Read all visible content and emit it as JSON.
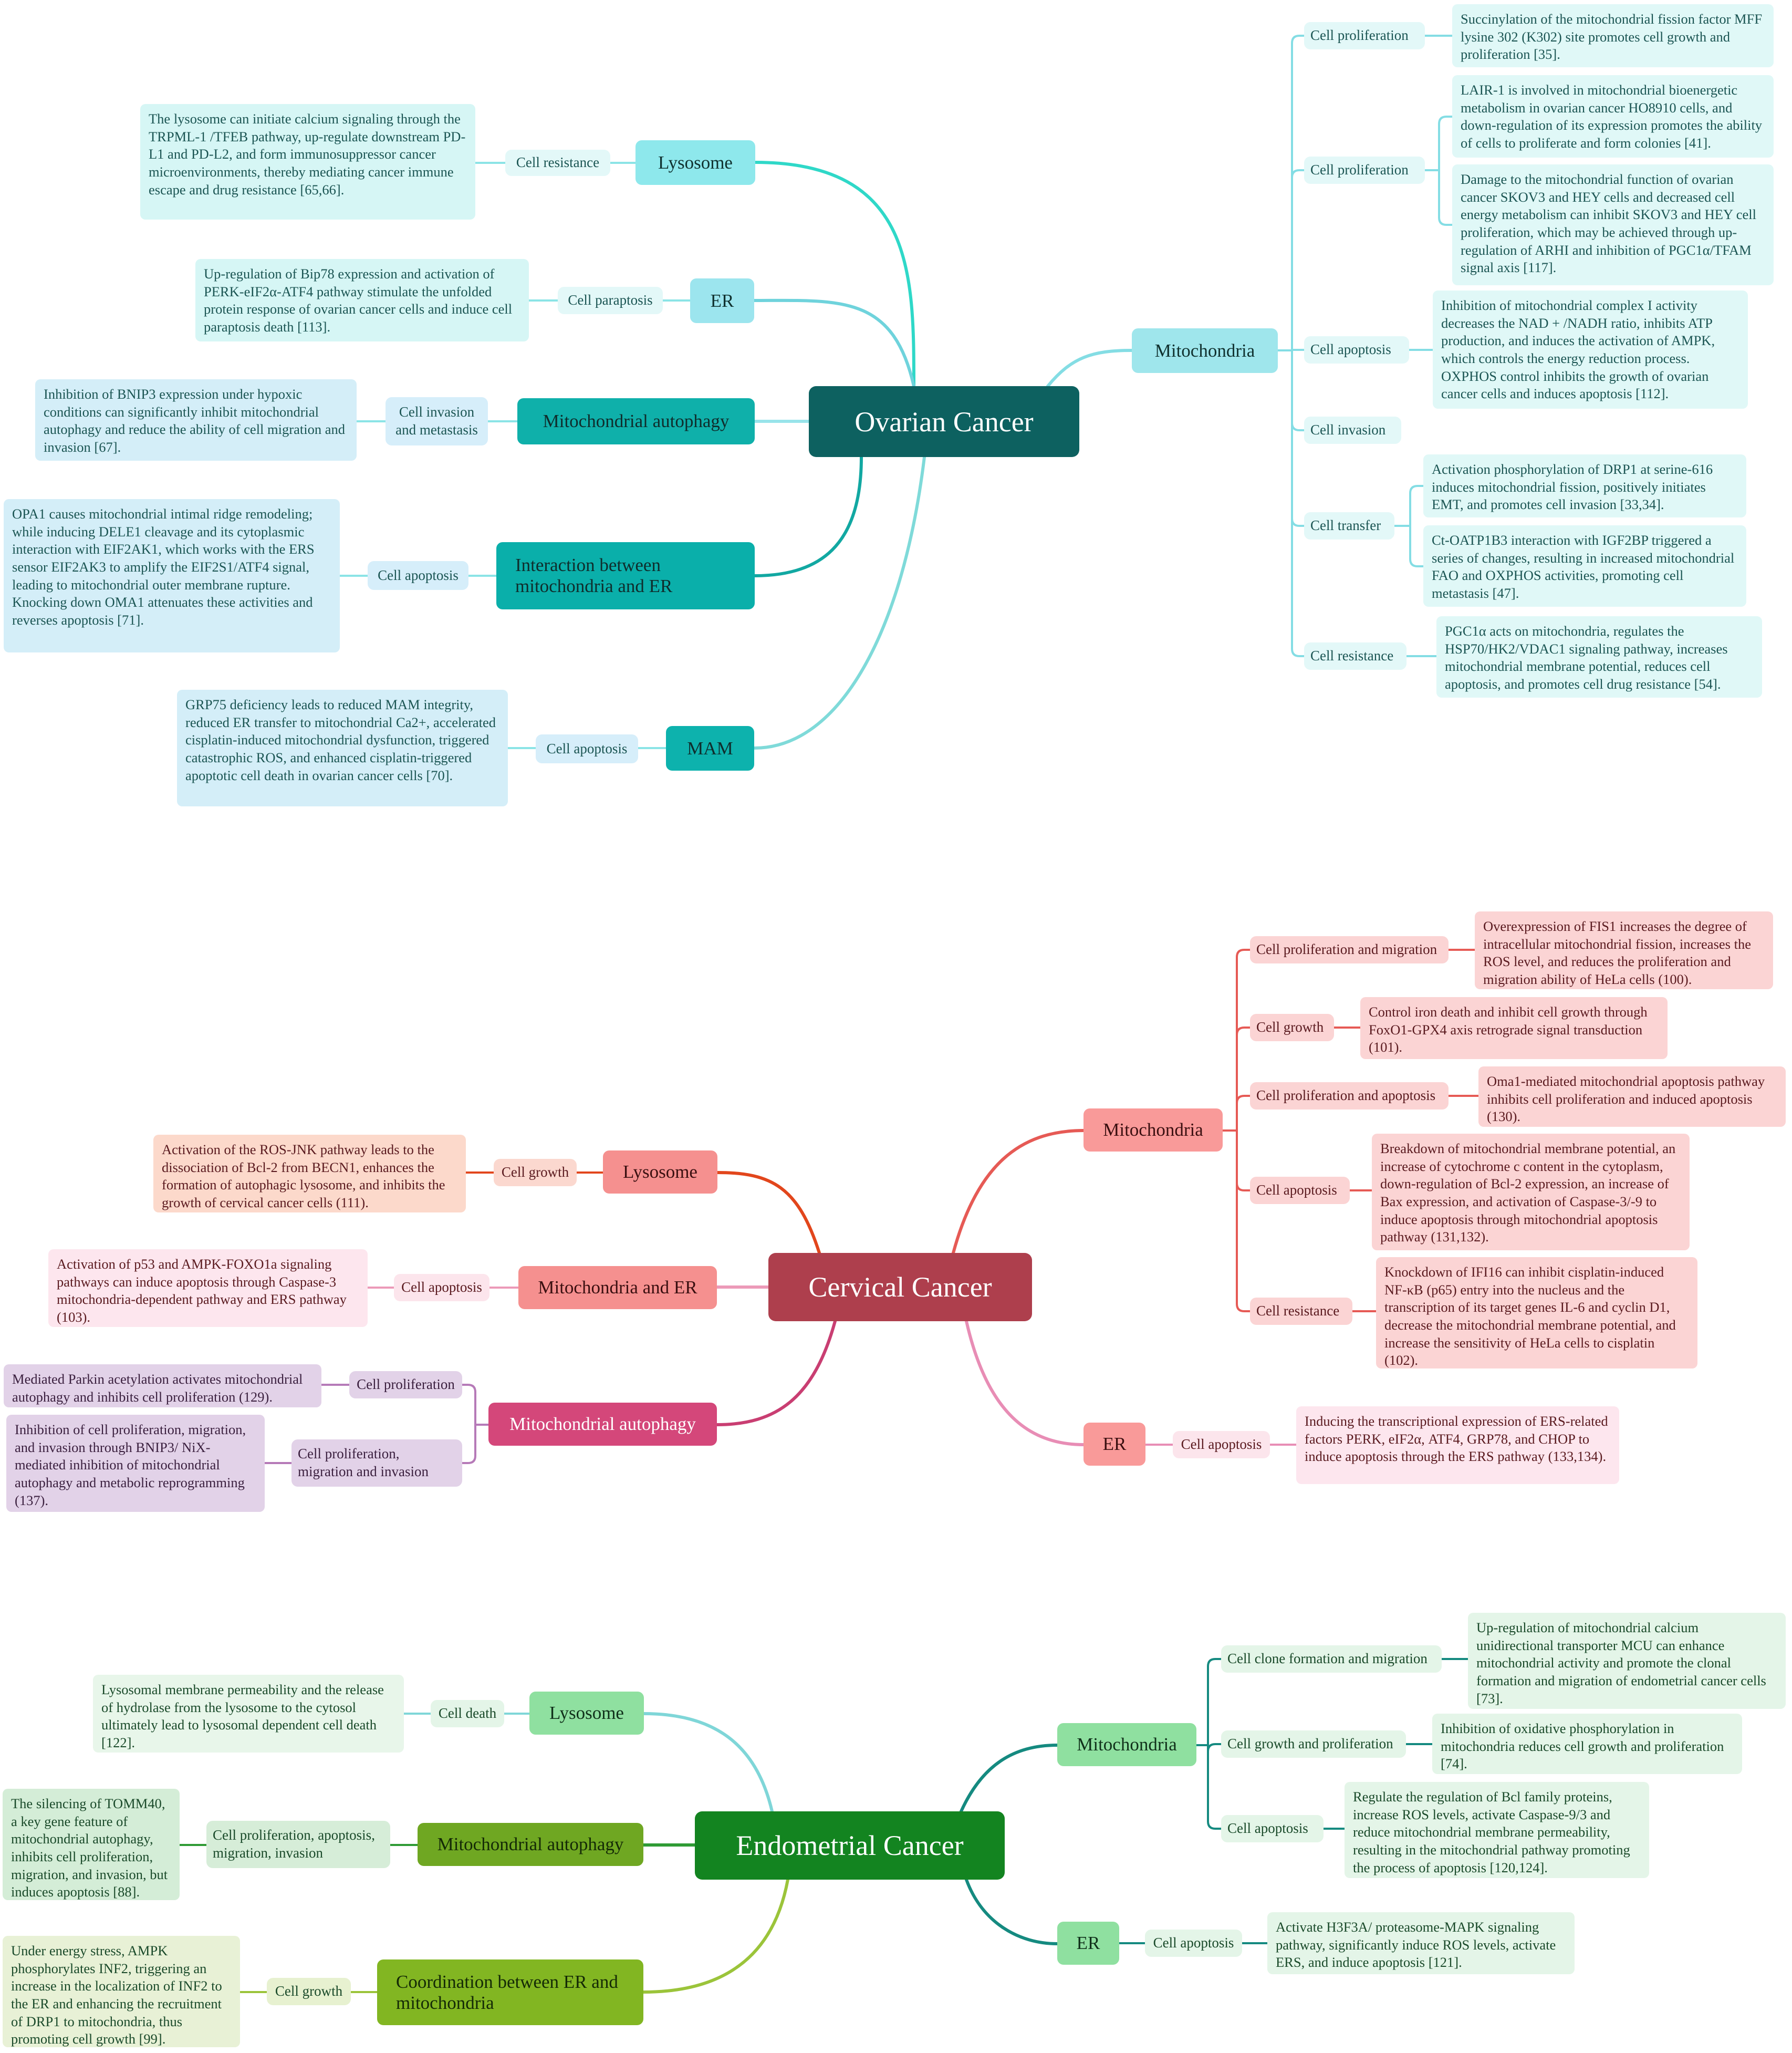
{
  "sections": [
    {
      "id": "ovarian",
      "root": "Ovarian Cancer",
      "colors": {
        "root": "#0d6160",
        "root_text": "#ffffff",
        "light_desc": "#d6f6f5",
        "light_label": "#e3f8f8",
        "text": "#1b5553"
      },
      "left": [
        {
          "topic": "Lysosome",
          "topic_color": "#8ee8ec",
          "topic_text": "#10312f",
          "label": "Cell resistance",
          "desc": "The lysosome can initiate calcium signaling through the TRPML-1 /TFEB pathway, up-regulate downstream PD-L1 and PD-L2, and form immunosuppressor cancer microenvironments, thereby mediating cancer immune escape and drug resistance [65,66].",
          "line": "#2fd8c8"
        },
        {
          "topic": "ER",
          "topic_color": "#9ce5ee",
          "topic_text": "#10312f",
          "label": "Cell paraptosis",
          "desc": "Up-regulation of Bip78 expression and activation of PERK-eIF2α-ATF4 pathway stimulate the unfolded protein response of ovarian cancer cells and induce cell paraptosis death [113].",
          "line": "#6fd3dc"
        },
        {
          "topic": "Mitochondrial autophagy",
          "topic_color": "#0fb0aa",
          "topic_text": "#0f2d2c",
          "label": "Cell invasion and metastasis",
          "desc": "Inhibition of BNIP3 expression under hypoxic conditions can significantly inhibit mitochondrial autophagy and reduce the ability of cell migration and invasion [67].",
          "line": "#98e4ea"
        },
        {
          "topic": "Interaction between mitochondria and ER",
          "topic_color": "#0aafaa",
          "topic_text": "#0f2d2c",
          "label": "Cell apoptosis",
          "desc": "OPA1 causes mitochondrial intimal ridge remodeling; while inducing DELE1 cleavage and its cytoplasmic interaction with EIF2AK1, which works with the ERS sensor EIF2AK3 to amplify the EIF2S1/ATF4 signal, leading to mitochondrial outer membrane rupture. Knocking down OMA1 attenuates these activities and reverses apoptosis [71].",
          "line": "#12a8a2"
        },
        {
          "topic": "MAM",
          "topic_color": "#0db2ad",
          "topic_text": "#0f2d2c",
          "label": "Cell apoptosis",
          "desc": "GRP75 deficiency leads to reduced MAM integrity, reduced ER transfer to mitochondrial Ca2+, accelerated cisplatin-induced mitochondrial dysfunction, triggered catastrophic ROS, and enhanced cisplatin-triggered apoptotic cell death in ovarian cancer cells [70].",
          "line": "#7fdad9"
        }
      ],
      "right": {
        "topic": "Mitochondria",
        "topic_color": "#9fe6ec",
        "topic_text": "#10312f",
        "line": "#84dde4",
        "items": [
          {
            "label": "Cell proliferation",
            "descs": [
              "Succinylation of the mitochondrial fission factor MFF lysine 302 (K302) site promotes cell growth and proliferation [35]."
            ]
          },
          {
            "label": "Cell proliferation",
            "descs": [
              "LAIR-1 is involved in mitochondrial bioenergetic metabolism in ovarian cancer HO8910 cells, and down-regulation of its expression promotes the ability of cells to proliferate and form colonies [41].",
              "Damage to the mitochondrial function of ovarian cancer SKOV3 and HEY cells and decreased cell energy metabolism can inhibit SKOV3 and HEY cell proliferation, which may be achieved through up-regulation of ARHI and inhibition of PGC1α/TFAM signal axis [117]."
            ]
          },
          {
            "label": "Cell apoptosis",
            "descs": [
              "Inhibition of mitochondrial complex I activity decreases the NAD + /NADH ratio, inhibits ATP production, and induces the activation of AMPK, which controls the energy reduction process. OXPHOS control inhibits the growth of ovarian cancer cells and induces apoptosis [112]."
            ]
          },
          {
            "label": "Cell invasion",
            "descs": []
          },
          {
            "label": "Cell transfer",
            "descs": [
              "Activation phosphorylation of DRP1 at serine-616 induces mitochondrial fission, positively initiates EMT, and promotes cell invasion [33,34].",
              "Ct-OATP1B3 interaction with IGF2BP triggered a series of changes, resulting in increased mitochondrial FAO and OXPHOS activities, promoting cell metastasis [47]."
            ]
          },
          {
            "label": "Cell resistance",
            "descs": [
              "PGC1α acts on mitochondria, regulates the HSP70/HK2/VDAC1 signaling pathway, increases mitochondrial membrane potential, reduces cell apoptosis, and promotes cell drug resistance [54]."
            ]
          }
        ]
      }
    },
    {
      "id": "cervical",
      "root": "Cervical Cancer",
      "colors": {
        "root": "#ae3f4d",
        "root_text": "#ffffff",
        "text": "#5a1a1f"
      },
      "left": [
        {
          "topic": "Lysosome",
          "topic_color": "#f5908f",
          "topic_text": "#3a0f10",
          "label": "Cell growth",
          "label_color": "#fbd8cf",
          "desc": "Activation of the ROS-JNK pathway leads to the dissociation of Bcl-2 from BECN1, enhances the formation of autophagic lysosome, and inhibits the growth of cervical cancer cells (111).",
          "desc_color": "#fcd9cb",
          "line": "#e2461c"
        },
        {
          "topic": "Mitochondria and ER",
          "topic_color": "#f5908f",
          "topic_text": "#3a0f10",
          "label": "Cell apoptosis",
          "label_color": "#fce5ec",
          "desc": "Activation of p53 and AMPK-FOXO1a signaling pathways can induce apoptosis through Caspase-3 mitochondria-dependent pathway and ERS pathway (103).",
          "desc_color": "#fde6ee",
          "line": "#ec9ab8"
        },
        {
          "topic": "Mitochondrial autophagy",
          "topic_color": "#d4477a",
          "topic_text": "#ffffff",
          "subs": [
            {
              "label": "Cell proliferation",
              "label_color": "#e2d2e8",
              "desc": "Mediated Parkin acetylation activates mitochondrial autophagy and inhibits cell proliferation (129).",
              "desc_color": "#e2d2e8"
            },
            {
              "label": "Cell proliferation, migration and invasion",
              "label_color": "#e2d2e8",
              "desc": "Inhibition of cell proliferation, migration, and invasion through BNIP3/ NiX-mediated inhibition of mitochondrial autophagy and metabolic reprogramming (137).",
              "desc_color": "#e2d2e8"
            }
          ],
          "line": "#c93e72"
        }
      ],
      "right": [
        {
          "topic": "Mitochondria",
          "topic_color": "#f99a99",
          "topic_text": "#3a0f10",
          "line": "#e65a55",
          "items": [
            {
              "label": "Cell proliferation and migration",
              "desc": "Overexpression of FIS1 increases the degree of intracellular mitochondrial fission, increases the ROS level, and reduces the proliferation and migration ability of HeLa cells (100)."
            },
            {
              "label": "Cell growth",
              "desc": "Control iron death and inhibit cell growth through FoxO1-GPX4 axis retrograde signal transduction (101)."
            },
            {
              "label": "Cell proliferation and apoptosis",
              "desc": "Oma1-mediated mitochondrial apoptosis pathway inhibits cell proliferation and induced apoptosis (130)."
            },
            {
              "label": "Cell apoptosis",
              "desc": "Breakdown of mitochondrial membrane potential, an increase of cytochrome c content in the cytoplasm, down-regulation of Bcl-2 expression, an increase of Bax expression, and activation of Caspase-3/-9 to induce apoptosis through mitochondrial apoptosis pathway (131,132)."
            },
            {
              "label": "Cell resistance",
              "desc": "Knockdown of IFI16 can inhibit cisplatin-induced NF-κB (p65) entry into the nucleus and the transcription of its target genes IL-6 and cyclin D1, decrease the mitochondrial membrane potential, and increase the sensitivity of HeLa cells to cisplatin (102)."
            }
          ]
        },
        {
          "topic": "ER",
          "topic_color": "#f99a99",
          "topic_text": "#3a0f10",
          "line": "#e88db5",
          "items": [
            {
              "label": "Cell apoptosis",
              "desc": "Inducing the transcriptional expression of ERS-related factors PERK, eIF2α, ATF4, GRP78, and CHOP to induce apoptosis through the ERS pathway (133,134)."
            }
          ]
        }
      ]
    },
    {
      "id": "endometrial",
      "root": "Endometrial Cancer",
      "colors": {
        "root": "#138420",
        "root_text": "#ffffff",
        "text": "#1a4a2a"
      },
      "left": [
        {
          "topic": "Lysosome",
          "topic_color": "#8fe0a0",
          "topic_text": "#10301a",
          "label": "Cell death",
          "label_color": "#e4f5e8",
          "desc": "Lysosomal membrane permeability and the release of hydrolase from the lysosome to the cytosol ultimately lead to lysosomal dependent cell death [122].",
          "desc_color": "#e8f6ea",
          "line": "#7fd6d8"
        },
        {
          "topic": "Mitochondrial autophagy",
          "topic_color": "#6fa722",
          "topic_text": "#142a06",
          "label": "Cell proliferation, apoptosis, migration, invasion",
          "label_color": "#d6edd8",
          "desc": "The silencing of TOMM40, a key gene feature of mitochondrial autophagy, inhibits cell proliferation, migration, and invasion, but induces apoptosis [88].",
          "desc_color": "#d4edd7",
          "line": "#2f9b35"
        },
        {
          "topic": "Coordination between ER and mitochondria",
          "topic_color": "#82b622",
          "topic_text": "#142a06",
          "label": "Cell growth",
          "label_color": "#e7f1d0",
          "desc": "Under energy stress, AMPK phosphorylates INF2, triggering an increase in the localization of INF2 to the ER and enhancing the recruitment of DRP1 to mitochondria, thus promoting cell growth [99].",
          "desc_color": "#e8f1d6",
          "line": "#9bc43a"
        }
      ],
      "right": [
        {
          "topic": "Mitochondria",
          "topic_color": "#8fe0a0",
          "topic_text": "#10301a",
          "line": "#158a80",
          "items": [
            {
              "label": "Cell clone formation and migration",
              "desc": "Up-regulation of mitochondrial calcium unidirectional transporter MCU can enhance mitochondrial activity and promote the clonal formation and migration of endometrial cancer cells [73]."
            },
            {
              "label": "Cell growth and proliferation",
              "desc": "Inhibition of oxidative phosphorylation in mitochondria reduces cell growth and proliferation [74]."
            },
            {
              "label": "Cell apoptosis",
              "desc": "Regulate the regulation of Bcl family proteins, increase ROS levels, activate Caspase-9/3 and reduce mitochondrial membrane permeability, resulting in the mitochondrial pathway promoting the process of apoptosis [120,124]."
            }
          ]
        },
        {
          "topic": "ER",
          "topic_color": "#8fe0a0",
          "topic_text": "#10301a",
          "line": "#158a80",
          "items": [
            {
              "label": "Cell apoptosis",
              "desc": "Activate H3F3A/ proteasome-MAPK signaling pathway, significantly induce ROS levels, activate ERS, and induce apoptosis [121]."
            }
          ]
        }
      ]
    }
  ]
}
